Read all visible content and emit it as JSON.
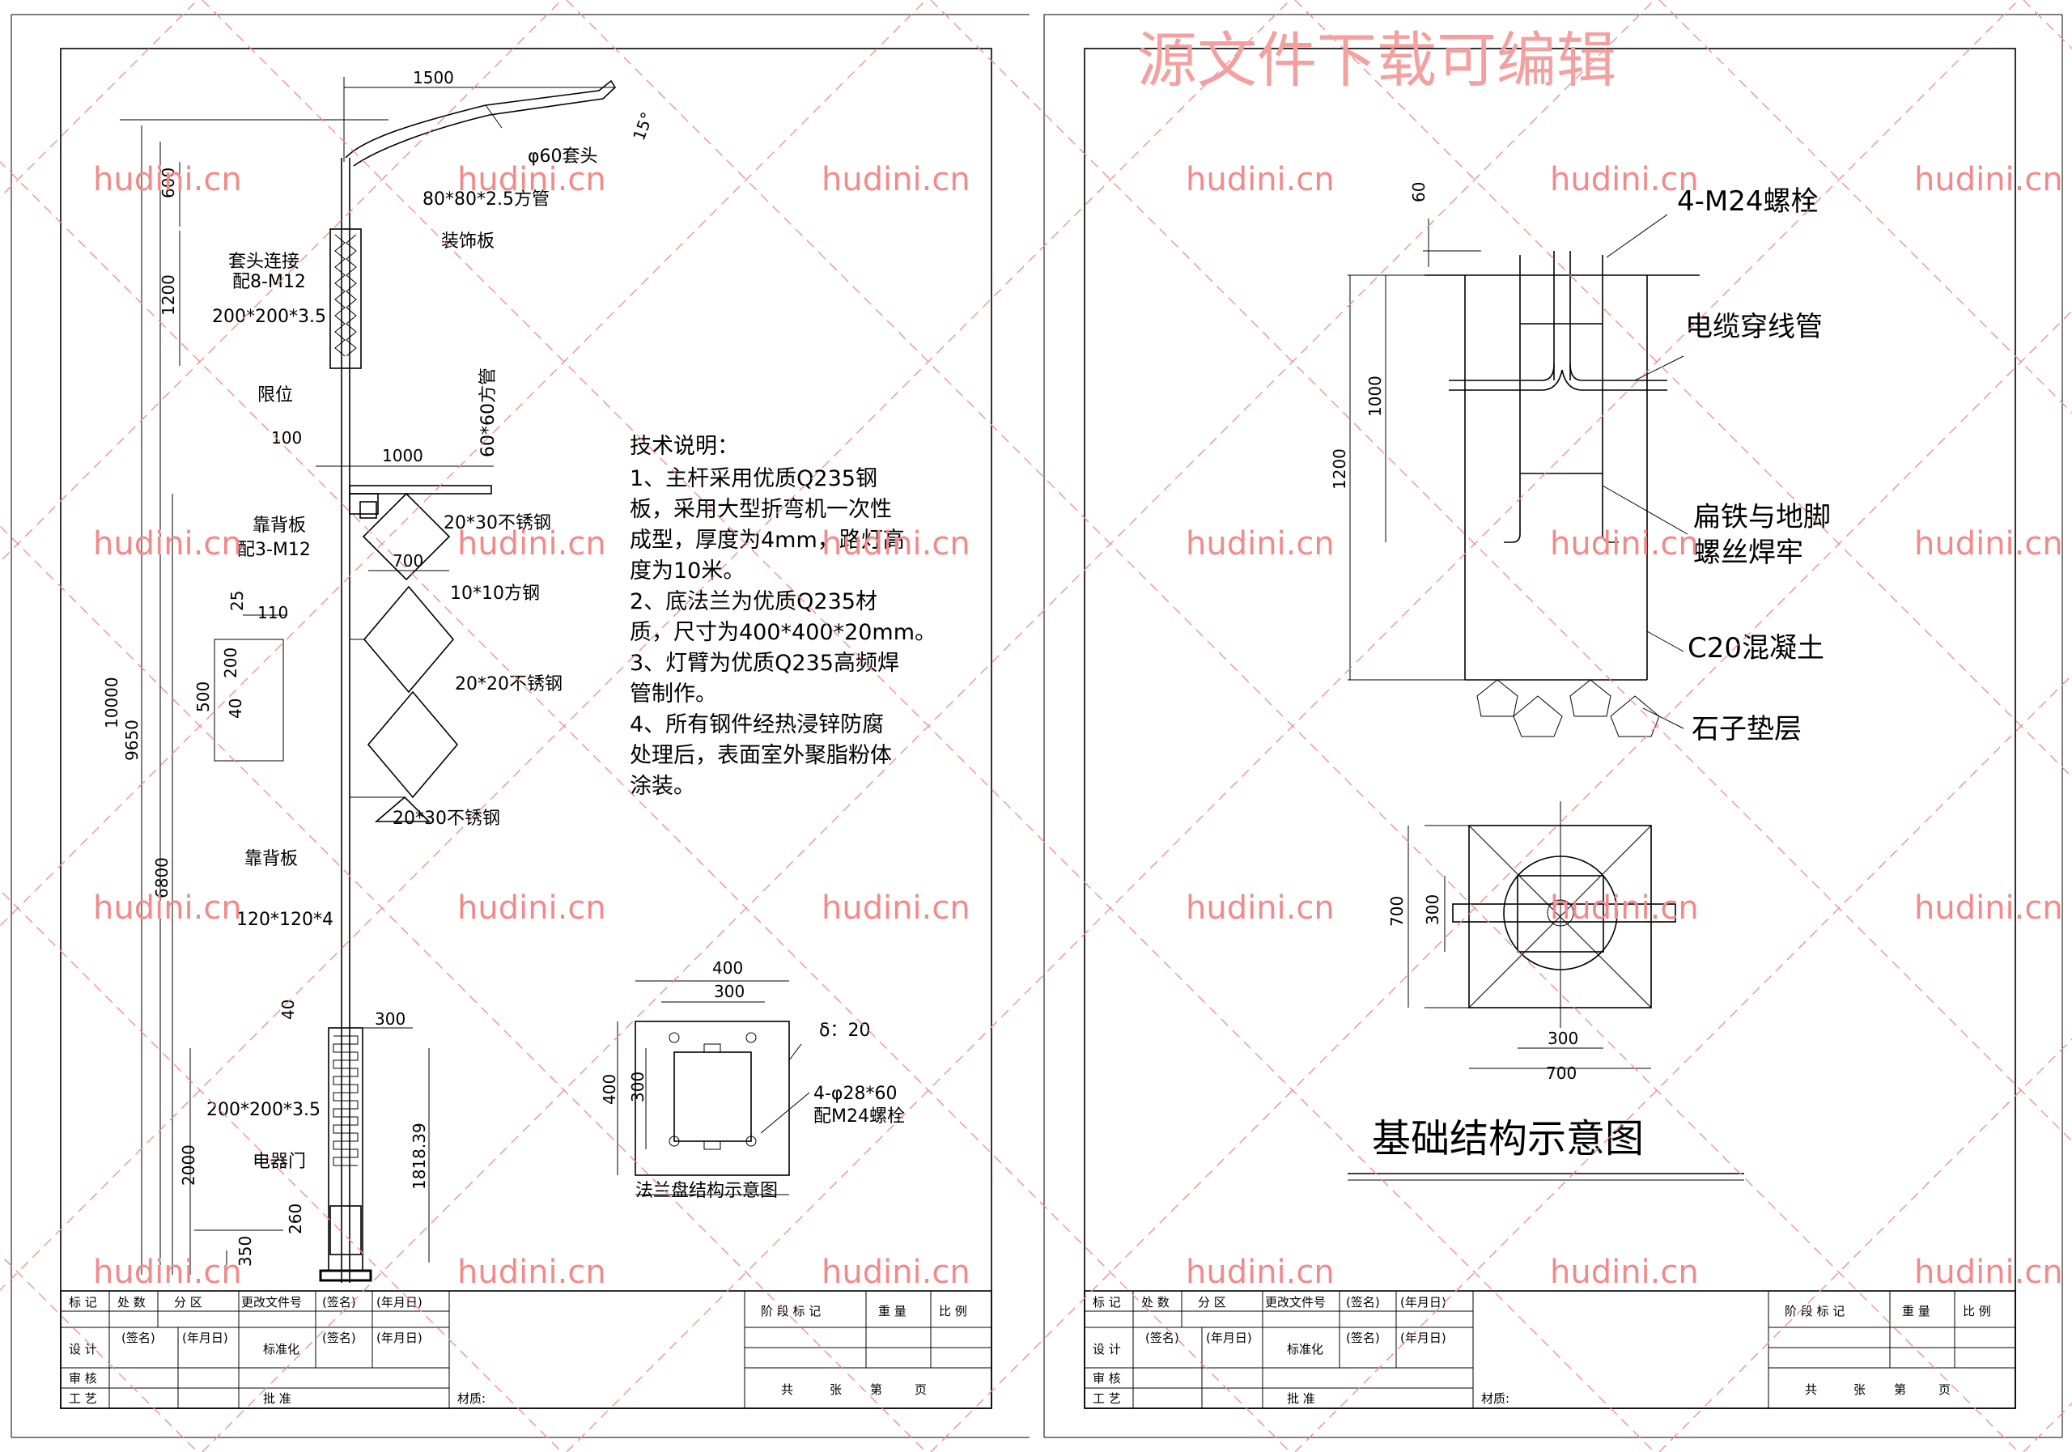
{
  "watermark": {
    "site": "hudini.cn",
    "banner": "源文件下载可编辑"
  },
  "left_sheet": {
    "pole_dims": {
      "d1500": "1500",
      "d600": "600",
      "d1200": "1200",
      "d100": "100",
      "d1000": "1000",
      "d10000": "10000",
      "d9650": "9650",
      "d6800": "6800",
      "d700": "700",
      "d25": "25",
      "d110": "110",
      "d200": "200",
      "d500": "500",
      "d40a": "40",
      "d40b": "40",
      "d300": "300",
      "d2000": "2000",
      "d1818": "1818.39",
      "d260": "260",
      "d350": "350",
      "angle": "15°"
    },
    "pole_labels": {
      "lamp_head": "φ60套头",
      "arm_tube": "80*80*2.5方管",
      "deco_plate": "装饰板",
      "sleeve1": "套头连接",
      "sleeve2": "配8-M12",
      "top_tube": "200*200*3.5",
      "limit": "限位",
      "tube60": "60*60方管",
      "backplate1": "靠背板",
      "backplate2": "配3-M12",
      "ss20x30a": "20*30不锈钢",
      "sq10": "10*10方钢",
      "ss20x20": "20*20不锈钢",
      "ss20x30b": "20*30不锈钢",
      "backplate3": "靠背板",
      "main_tube": "120*120*4",
      "bottom_tube": "200*200*3.5",
      "door": "电器门"
    },
    "notes": {
      "title": "技术说明：",
      "lines": [
        "1、主杆采用优质Q235钢",
        "板，采用大型折弯机一次性",
        "成型，厚度为4mm，路灯高",
        "度为10米。",
        "2、底法兰为优质Q235材",
        "质，尺寸为400*400*20mm。",
        "3、灯臂为优质Q235高频焊",
        "管制作。",
        "4、所有钢件经热浸锌防腐",
        "处理后，表面室外聚脂粉体",
        "涂装。"
      ]
    },
    "flange": {
      "d400a": "400",
      "d300a": "300",
      "d400b": "400",
      "d300b": "300",
      "thickness": "δ：20",
      "holes1": "4-φ28*60",
      "holes2": "配M24螺栓",
      "title": "法兰盘结构示意图"
    }
  },
  "right_sheet": {
    "section_dims": {
      "d60": "60",
      "d1000": "1000",
      "d1200": "1200"
    },
    "section_labels": {
      "bolts": "4-M24螺栓",
      "cable": "电缆穿线管",
      "weld1": "扁铁与地脚",
      "weld2": "螺丝焊牢",
      "concrete": "C20混凝土",
      "gravel": "石子垫层"
    },
    "plan_dims": {
      "d700v": "700",
      "d300v": "300",
      "d300h": "300",
      "d700h": "700"
    },
    "title": "基础结构示意图"
  },
  "title_block": {
    "r1": [
      "标 记",
      "处 数",
      "分 区",
      "更改文件号",
      "(签名)",
      "(年月日)"
    ],
    "r2": [
      "设 计",
      "(签名)",
      "(年月日)",
      "标准化",
      "(签名)",
      "(年月日)"
    ],
    "r3": [
      "审 核"
    ],
    "r4": [
      "工 艺",
      "批 准"
    ],
    "material": "材质:",
    "stage": [
      "阶 段 标 记",
      "重 量",
      "比 例"
    ],
    "sheets": [
      "共",
      "张",
      "第",
      "页"
    ]
  }
}
